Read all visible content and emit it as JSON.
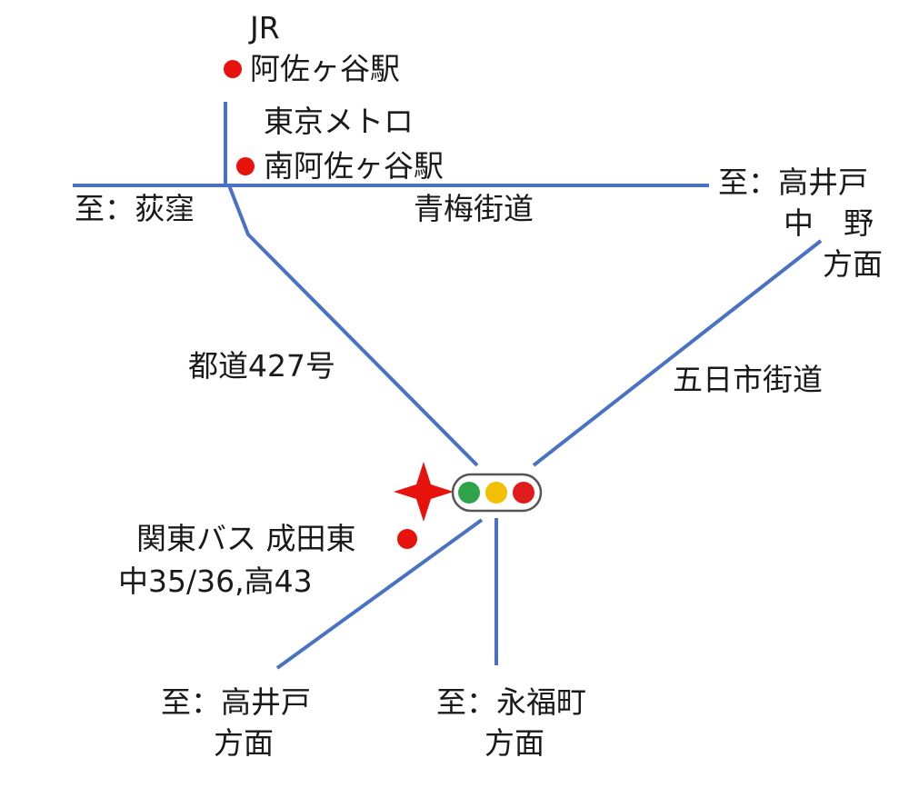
{
  "colors": {
    "road": "#4a72c4",
    "text": "#1a1a1a",
    "station_dot": "#e8120c",
    "marker": "#e8120c",
    "signal_body": "#ffffff",
    "signal_border": "#555555",
    "signal_green": "#2ea34a",
    "signal_yellow": "#f2c000",
    "signal_red": "#e01b1b"
  },
  "icons": {
    "station": "red-dot-icon",
    "destination": "four-point-star-icon",
    "traffic_light": "traffic-light-icon"
  },
  "stations": {
    "jr": {
      "line1": "JR",
      "line2": "阿佐ヶ谷駅"
    },
    "metro": {
      "line1": "東京メトロ",
      "line2": "南阿佐ヶ谷駅"
    },
    "bus_stop": {
      "line1": "関東バス 成田東",
      "line2": "中35/36,高43"
    }
  },
  "roads": {
    "ome_kaido": "青梅街道",
    "route_427": "都道427号",
    "itsukaichi_kaido": "五日市街道"
  },
  "directions": {
    "ogikubo": "至：荻窪",
    "koenji_nakano": {
      "line1": "至：高井戸",
      "line2": "中　野",
      "line3": "方面"
    },
    "takaido_sw": {
      "line1": "至：高井戸",
      "line2": "方面"
    },
    "eifukucho": {
      "line1": "至：永福町",
      "line2": "方面"
    }
  }
}
